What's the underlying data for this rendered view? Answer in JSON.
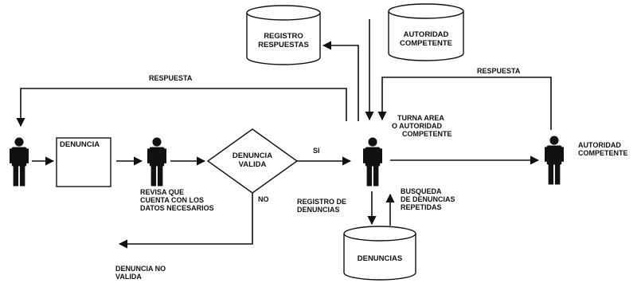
{
  "nodes": {
    "db_registro": [
      "REGISTRO",
      "RESPUESTAS"
    ],
    "db_autoridad": [
      "AUTORIDAD",
      "COMPETENTE"
    ],
    "db_denuncias": [
      "DENUNCIAS"
    ],
    "doc_denuncia": "DENUNCIA",
    "decision": [
      "DENUNCIA",
      "VALIDA"
    ]
  },
  "labels": {
    "respuesta_left": "RESPUESTA",
    "respuesta_right": "RESPUESTA",
    "revisa": [
      "REVISA QUE",
      "CUENTA CON LOS",
      "DATOS NECESARIOS"
    ],
    "si": "SI",
    "no": "NO",
    "turna": [
      "TURNA AREA",
      "O AUTORIDAD",
      "COMPETENTE"
    ],
    "autoridad_person": [
      "AUTORIDAD",
      "COMPETENTE"
    ],
    "registro_denuncias": [
      "REGISTRO DE",
      "DENUNCIAS"
    ],
    "busqueda": [
      "BUSQUEDA",
      "DE DENUNCIAS",
      "REPETIDAS"
    ],
    "no_valida": [
      "DENUNCIA NO",
      "VALIDA"
    ]
  }
}
